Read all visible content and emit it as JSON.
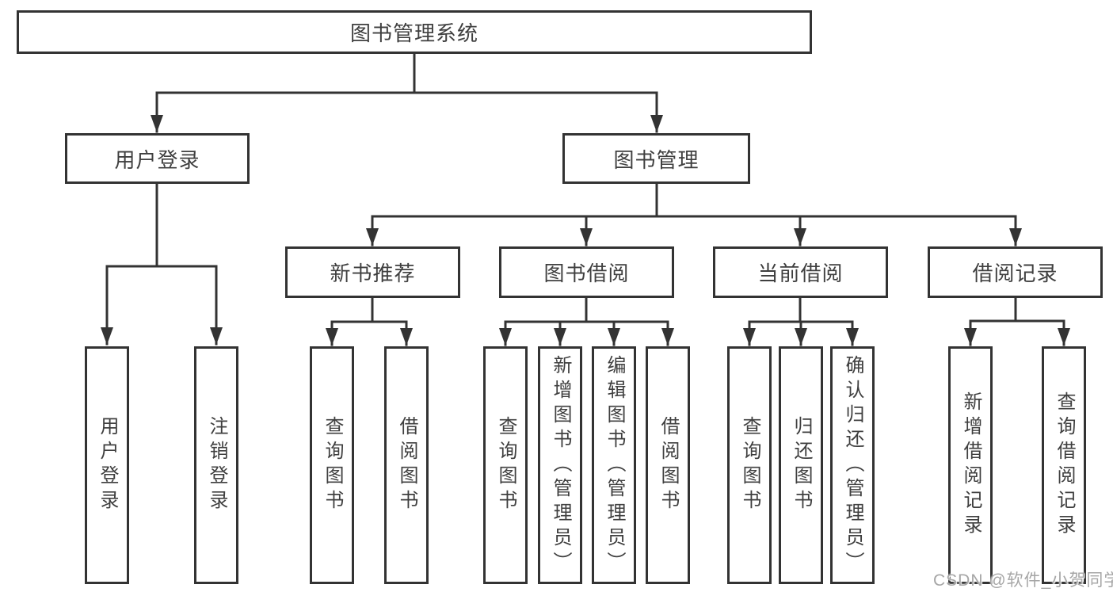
{
  "diagram": {
    "root": "图书管理系统",
    "branches": [
      {
        "label": "用户登录",
        "children": [
          "用户登录",
          "注销登录"
        ]
      },
      {
        "label": "图书管理",
        "groups": [
          {
            "label": "新书推荐",
            "children": [
              "查询图书",
              "借阅图书"
            ]
          },
          {
            "label": "图书借阅",
            "children": [
              "查询图书",
              "新增图书（管理员）",
              "编辑图书（管理员）",
              "借阅图书"
            ]
          },
          {
            "label": "当前借阅",
            "children": [
              "查询图书",
              "归还图书",
              "确认归还（管理员）"
            ]
          },
          {
            "label": "借阅记录",
            "children": [
              "新增借阅记录",
              "查询借阅记录"
            ]
          }
        ]
      }
    ]
  },
  "watermark": "CSDN @软件_小贺同学",
  "colors": {
    "line": "#333333",
    "text": "#3f3f3f",
    "watermark": "#a6a6a6",
    "background": "#ffffff"
  }
}
